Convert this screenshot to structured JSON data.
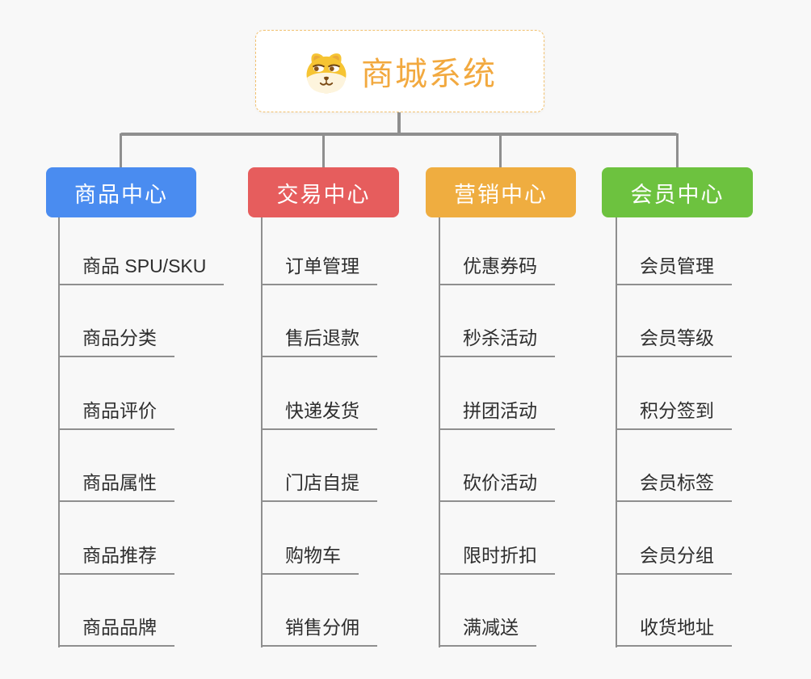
{
  "root": {
    "title": "商城系统",
    "icon": "dog-face"
  },
  "branches": [
    {
      "label": "商品中心",
      "color": "#4a8cf0",
      "items": [
        "商品 SPU/SKU",
        "商品分类",
        "商品评价",
        "商品属性",
        "商品推荐",
        "商品品牌"
      ]
    },
    {
      "label": "交易中心",
      "color": "#e65d5d",
      "items": [
        "订单管理",
        "售后退款",
        "快递发货",
        "门店自提",
        "购物车",
        "销售分佣"
      ]
    },
    {
      "label": "营销中心",
      "color": "#efad40",
      "items": [
        "优惠券码",
        "秒杀活动",
        "拼团活动",
        "砍价活动",
        "限时折扣",
        "满减送"
      ]
    },
    {
      "label": "会员中心",
      "color": "#6dc23f",
      "items": [
        "会员管理",
        "会员等级",
        "积分签到",
        "会员标签",
        "会员分组",
        "收货地址"
      ]
    }
  ],
  "colors": {
    "background": "#f8f8f8",
    "connector": "#8f8f8f",
    "root_text": "#f2a93f",
    "root_border": "#f2c170",
    "item_text": "#2e2e2e"
  }
}
